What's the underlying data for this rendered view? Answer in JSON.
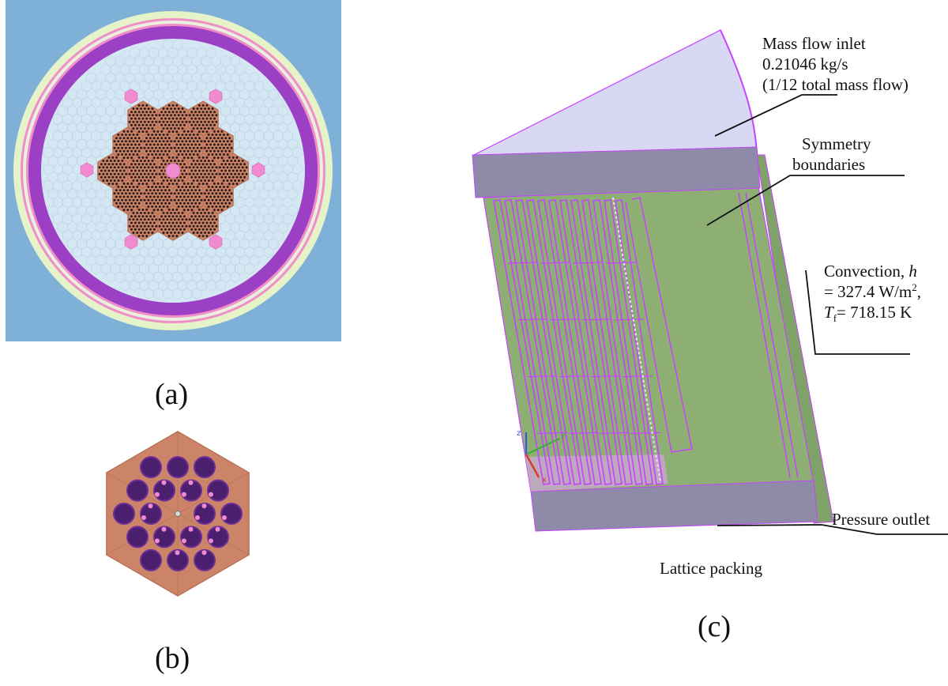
{
  "panels": {
    "a": {
      "label": "(a)"
    },
    "b": {
      "label": "(b)"
    },
    "c": {
      "label": "(c)"
    }
  },
  "annotations": {
    "mass_flow_line1": "Mass flow inlet",
    "mass_flow_line2": "0.21046 kg/s",
    "mass_flow_line3": "(1/12 total mass flow)",
    "symmetry_line1": "Symmetry",
    "symmetry_line2": "boundaries",
    "convection_prefix": "Convection, ",
    "convection_h": "h",
    "convection_line2_pre": "= 327.4 W/m",
    "convection_line2_sup": "2",
    "convection_line2_post": ",",
    "convection_T": "T",
    "convection_T_sub": "f",
    "convection_line3_post": "= 718.15 K",
    "pressure_outlet": "Pressure outlet",
    "lattice_packing": "Lattice packing"
  },
  "axes_triad": {
    "x": "x",
    "y": "y",
    "z": "z"
  },
  "colors": {
    "background_blue": "#7fb1d8",
    "outer_ring": "#e6f2c8",
    "purple_ring": "#9b3fc4",
    "pink_ring": "#f08ec8",
    "reflector": "#d5e7f2",
    "fuel_assembly": "#cc8468",
    "fuel_hole": "#2b1a1a",
    "control_rod": "#f28ad1",
    "green_face": "#8daf73",
    "lavender_top": "#d9d8f4",
    "slate_band": "#8e8aa8",
    "magenta_edge": "#c742ff"
  }
}
